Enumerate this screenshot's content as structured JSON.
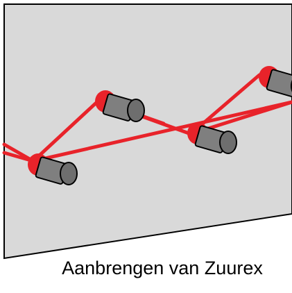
{
  "caption": "Aanbrengen van Zuurex",
  "colors": {
    "wall": "#d9d9d9",
    "outline": "#000000",
    "rope": "#e8232a",
    "peg_body": "#7f7f7f",
    "peg_end": "#6e6e6e"
  },
  "pegs": [
    {
      "name": "peg-1"
    },
    {
      "name": "peg-2"
    },
    {
      "name": "peg-3"
    },
    {
      "name": "peg-4"
    }
  ]
}
